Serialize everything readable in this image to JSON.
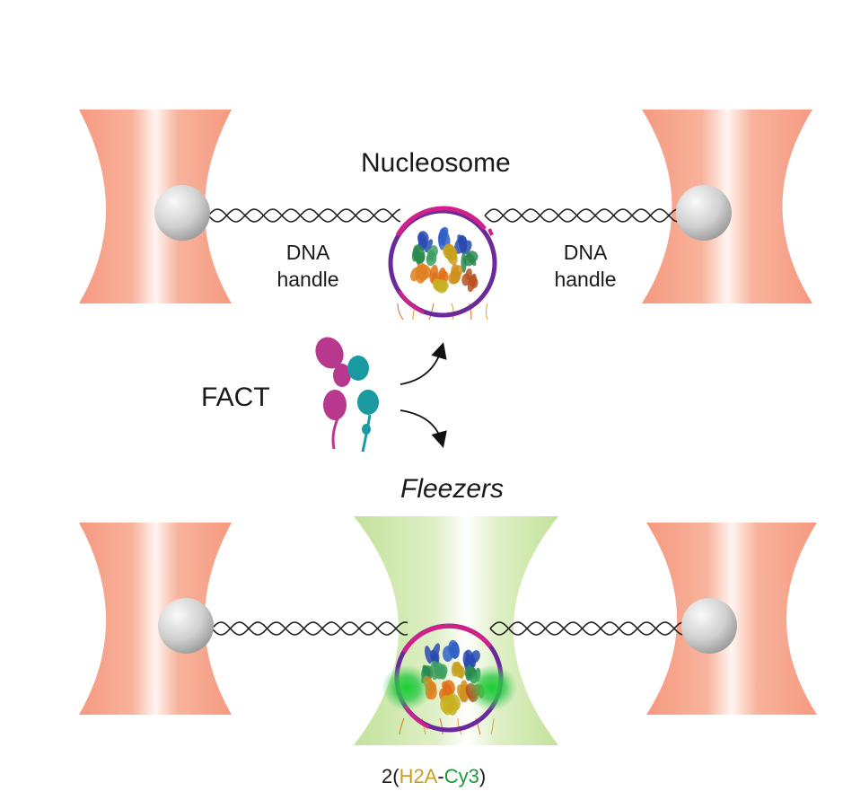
{
  "labels": {
    "nucleosome": "Nucleosome",
    "dna_handle_line1": "DNA",
    "dna_handle_line2": "handle",
    "fact": "FACT",
    "fleezers": "Fleezers",
    "h2a_prefix": "2(",
    "h2a": "H2A",
    "dash": "-",
    "cy3": "Cy3",
    "suffix": ")"
  },
  "colors": {
    "trap_beam": "#f6a088",
    "fluorescence_beam": "#c8e6a4",
    "bead": "#d6d6d6",
    "dna_line": "#222222",
    "nucleosome_ring_purple": "#6a2a9a",
    "nucleosome_ring_magenta": "#d0208a",
    "fact_magenta": "#b8388e",
    "fact_teal": "#1a9aa0",
    "cy3_glow": "#22c83a",
    "h2a_text": "#c8a020",
    "cy3_text": "#1a9a3a"
  }
}
